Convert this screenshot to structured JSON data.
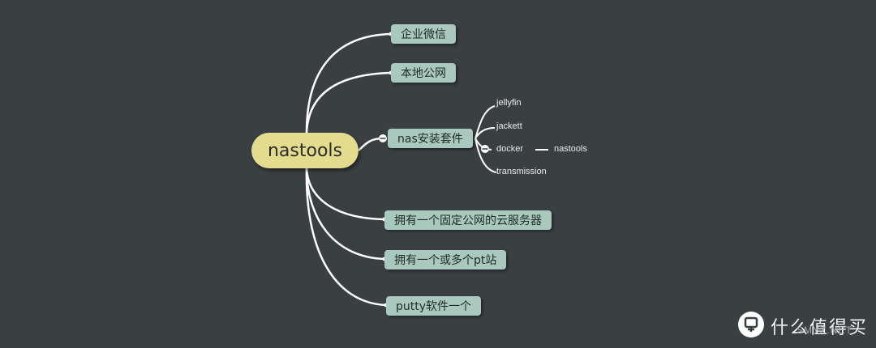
{
  "mindmap": {
    "root": "nastools",
    "branches": [
      {
        "label": "企业微信"
      },
      {
        "label": "本地公网"
      },
      {
        "label": "nas安装套件",
        "children": [
          "jellyfin",
          "jackett",
          "docker",
          "transmission"
        ],
        "grandchild": "nastools"
      },
      {
        "label": "拥有一个固定公网的云服务器"
      },
      {
        "label": "拥有一个或多个pt站"
      },
      {
        "label": "putty软件一个"
      }
    ]
  },
  "watermark": {
    "text": "什么值得买",
    "sub": "SMYZ.NET"
  },
  "colors": {
    "background": "#3a3f42",
    "root_fill": "#e3db8e",
    "branch_fill": "#a9c9bf",
    "line": "#ffffff"
  }
}
